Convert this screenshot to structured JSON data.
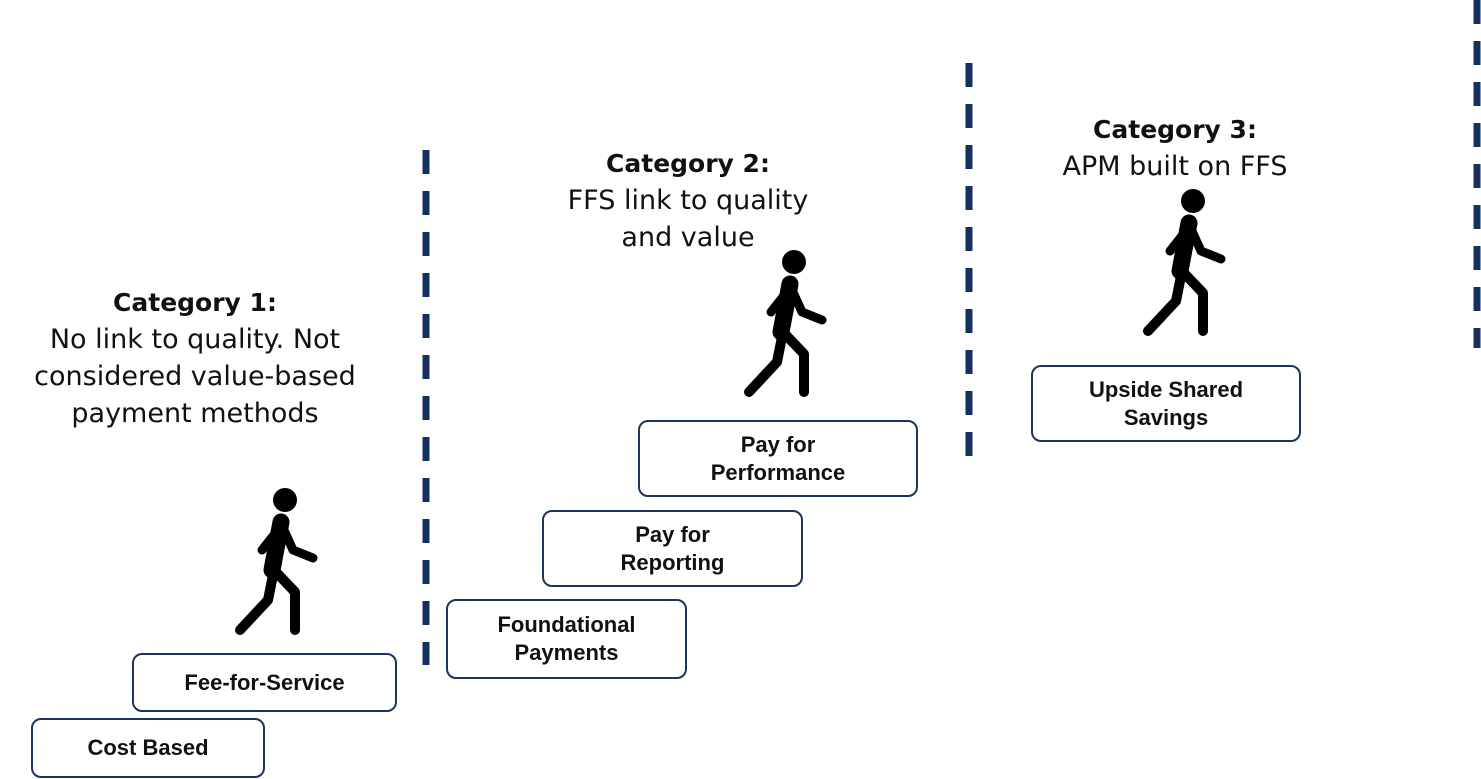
{
  "categories": [
    {
      "title": "Category 1:",
      "description": "No link to quality. Not considered value-based payment methods"
    },
    {
      "title": "Category 2:",
      "description": "FFS link to quality and value"
    },
    {
      "title": "Category 3:",
      "description": "APM built on FFS"
    }
  ],
  "steps": {
    "cost_based": "Cost Based",
    "fee_for_service": "Fee-for-Service",
    "foundational_payments": "Foundational Payments",
    "pay_for_reporting": "Pay for Reporting",
    "pay_for_performance": "Pay for Performance",
    "upside_shared_savings": "Upside Shared Savings"
  },
  "icons": [
    "walking-person-icon",
    "walking-person-icon",
    "walking-person-icon"
  ],
  "colors": {
    "divider": "#14305f",
    "box_border": "#1b355e",
    "figure": "#000000"
  }
}
